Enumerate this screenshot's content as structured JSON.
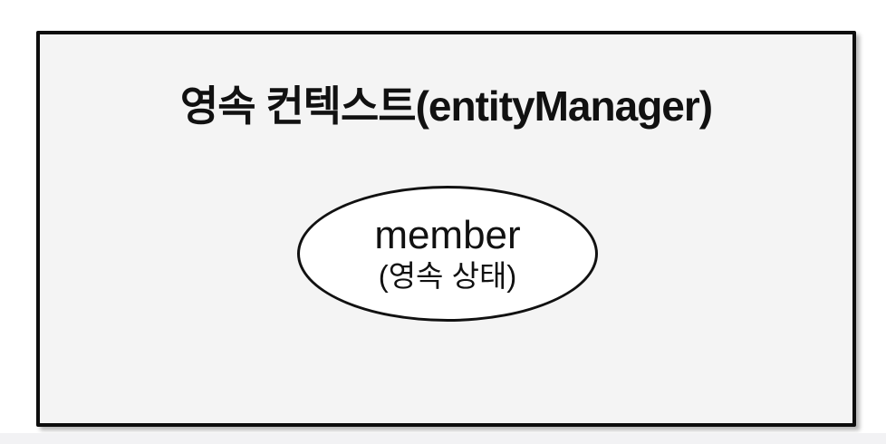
{
  "diagram": {
    "container": {
      "title": "영속 컨텍스트(entityManager)"
    },
    "entity": {
      "name": "member",
      "state": "(영속 상태)"
    },
    "colors": {
      "page_bg": "#ffffff",
      "box_fill": "#f4f4f4",
      "box_border": "#0d0d0d",
      "ellipse_fill": "#ffffff",
      "ellipse_border": "#111111",
      "text": "#111111",
      "bottom_strip": "#f2f2f4"
    }
  }
}
